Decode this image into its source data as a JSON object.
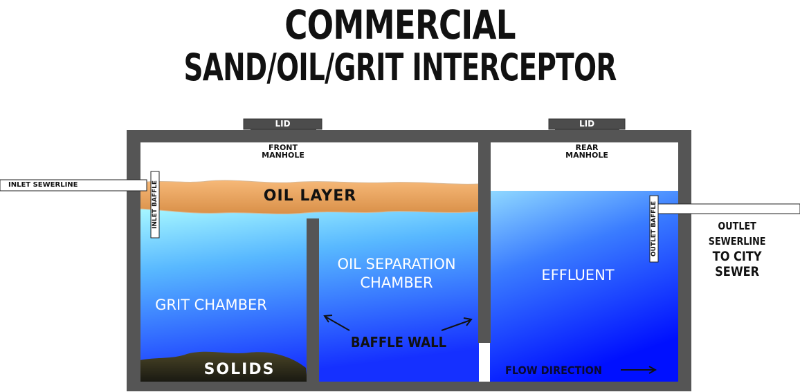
{
  "title": {
    "line1": "COMMERCIAL",
    "line2": "SAND/OIL/GRIT INTERCEPTOR"
  },
  "lids": {
    "front": "LID",
    "rear": "LID"
  },
  "manholes": {
    "front_line1": "FRONT",
    "front_line2": "MANHOLE",
    "rear_line1": "REAR",
    "rear_line2": "MANHOLE"
  },
  "pipes": {
    "inlet": "INLET SEWERLINE",
    "inlet_baffle": "INLET BAFFLE",
    "outlet_baffle": "OUTLET BAFFLE",
    "outlet_line1": "OUTLET SEWERLINE",
    "outlet_line2": "TO CITY SEWER"
  },
  "layers": {
    "oil": "OIL LAYER",
    "solids": "SOLIDS"
  },
  "chambers": {
    "grit": "GRIT CHAMBER",
    "oil_sep_line1": "OIL SEPARATION",
    "oil_sep_line2": "CHAMBER",
    "effluent": "EFFLUENT"
  },
  "annotations": {
    "baffle_wall": "BAFFLE WALL",
    "flow_direction": "FLOW DIRECTION"
  },
  "colors": {
    "wall": "#555555",
    "lid": "#505050",
    "oil": "#f0a860",
    "water_top_left": "#a6f7ff",
    "water_bottom": "#0a18ff",
    "solids": "#2f2a1a"
  }
}
